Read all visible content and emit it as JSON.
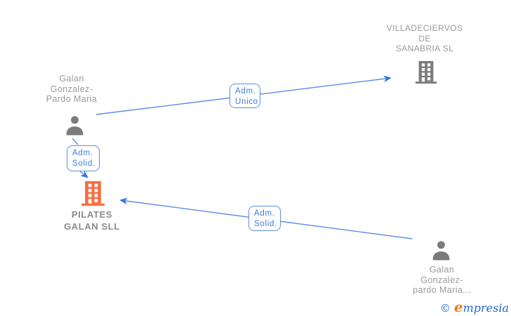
{
  "diagram": {
    "nodes": {
      "person_top": {
        "type": "person",
        "name": "Galan\nGonzalez-\nPardo Maria"
      },
      "company_right": {
        "type": "company",
        "name": "VILLADECIERVOS\nDE\nSANABRIA SL"
      },
      "company_left": {
        "type": "company",
        "highlighted": true,
        "name": "PILATES\nGALAN SLL"
      },
      "person_bottom": {
        "type": "person",
        "name": "Galan\nGonzalez-\npardo Maria..."
      }
    },
    "edges": {
      "adm_unico": {
        "label": "Adm.\nUnico",
        "from": "person_top",
        "to": "company_right"
      },
      "adm_solid_1": {
        "label": "Adm.\nSolid.",
        "from": "person_top",
        "to": "company_left"
      },
      "adm_solid_2": {
        "label": "Adm.\nSolid.",
        "from": "person_bottom",
        "to": "company_left"
      }
    },
    "colors": {
      "edge_blue": "#5b8de2",
      "arrow_blue": "#3470dd",
      "label_blue": "#3e79e0",
      "text_gray": "#9a9a9a",
      "icon_gray": "#7b7b7b",
      "highlight_orange": "#fa6b3d",
      "logo_blue": "#1e66c8",
      "logo_orange": "#ee7d1e"
    }
  },
  "watermark": {
    "copyright": "©",
    "brand_first_letter": "e",
    "brand_rest": "mpresia"
  }
}
